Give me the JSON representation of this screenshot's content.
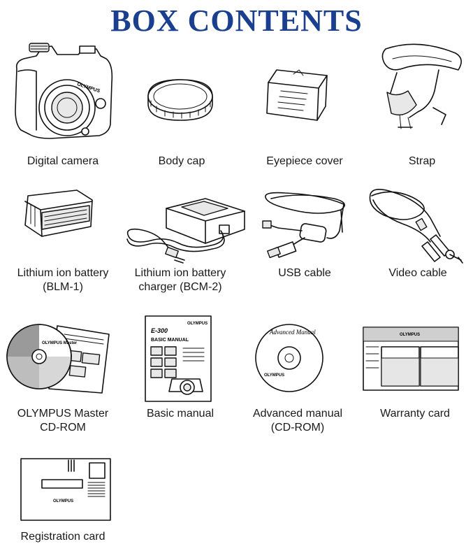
{
  "page": {
    "title": "BOX CONTENTS",
    "title_color": "#1a3f8f"
  },
  "items": [
    {
      "key": "digital-camera",
      "lines": [
        "Digital camera"
      ],
      "brand": "OLYMPUS"
    },
    {
      "key": "body-cap",
      "lines": [
        "Body cap"
      ]
    },
    {
      "key": "eyepiece-cover",
      "lines": [
        "Eyepiece cover"
      ]
    },
    {
      "key": "strap",
      "lines": [
        "Strap"
      ]
    },
    {
      "key": "lithium-ion-battery",
      "lines": [
        "Lithium ion battery",
        "(BLM-1)"
      ]
    },
    {
      "key": "battery-charger",
      "lines": [
        "Lithium ion battery",
        "charger (BCM-2)"
      ]
    },
    {
      "key": "usb-cable",
      "lines": [
        "USB cable"
      ]
    },
    {
      "key": "video-cable",
      "lines": [
        "Video cable"
      ]
    },
    {
      "key": "olympus-master-cd-rom",
      "lines": [
        "OLYMPUS Master",
        "CD-ROM"
      ],
      "disc_text": "OLYMPUS Master"
    },
    {
      "key": "basic-manual",
      "lines": [
        "Basic manual"
      ],
      "cover": {
        "brand": "OLYMPUS",
        "model": "E-300",
        "heading": "BASIC MANUAL"
      }
    },
    {
      "key": "advanced-manual",
      "lines": [
        "Advanced manual",
        "(CD-ROM)"
      ],
      "disc_title": "Advanced Manual",
      "disc_brand": "OLYMPUS"
    },
    {
      "key": "warranty-card",
      "lines": [
        "Warranty card"
      ],
      "brand": "OLYMPUS"
    },
    {
      "key": "registration-card",
      "lines": [
        "Registration card"
      ],
      "brand": "OLYMPUS"
    }
  ]
}
